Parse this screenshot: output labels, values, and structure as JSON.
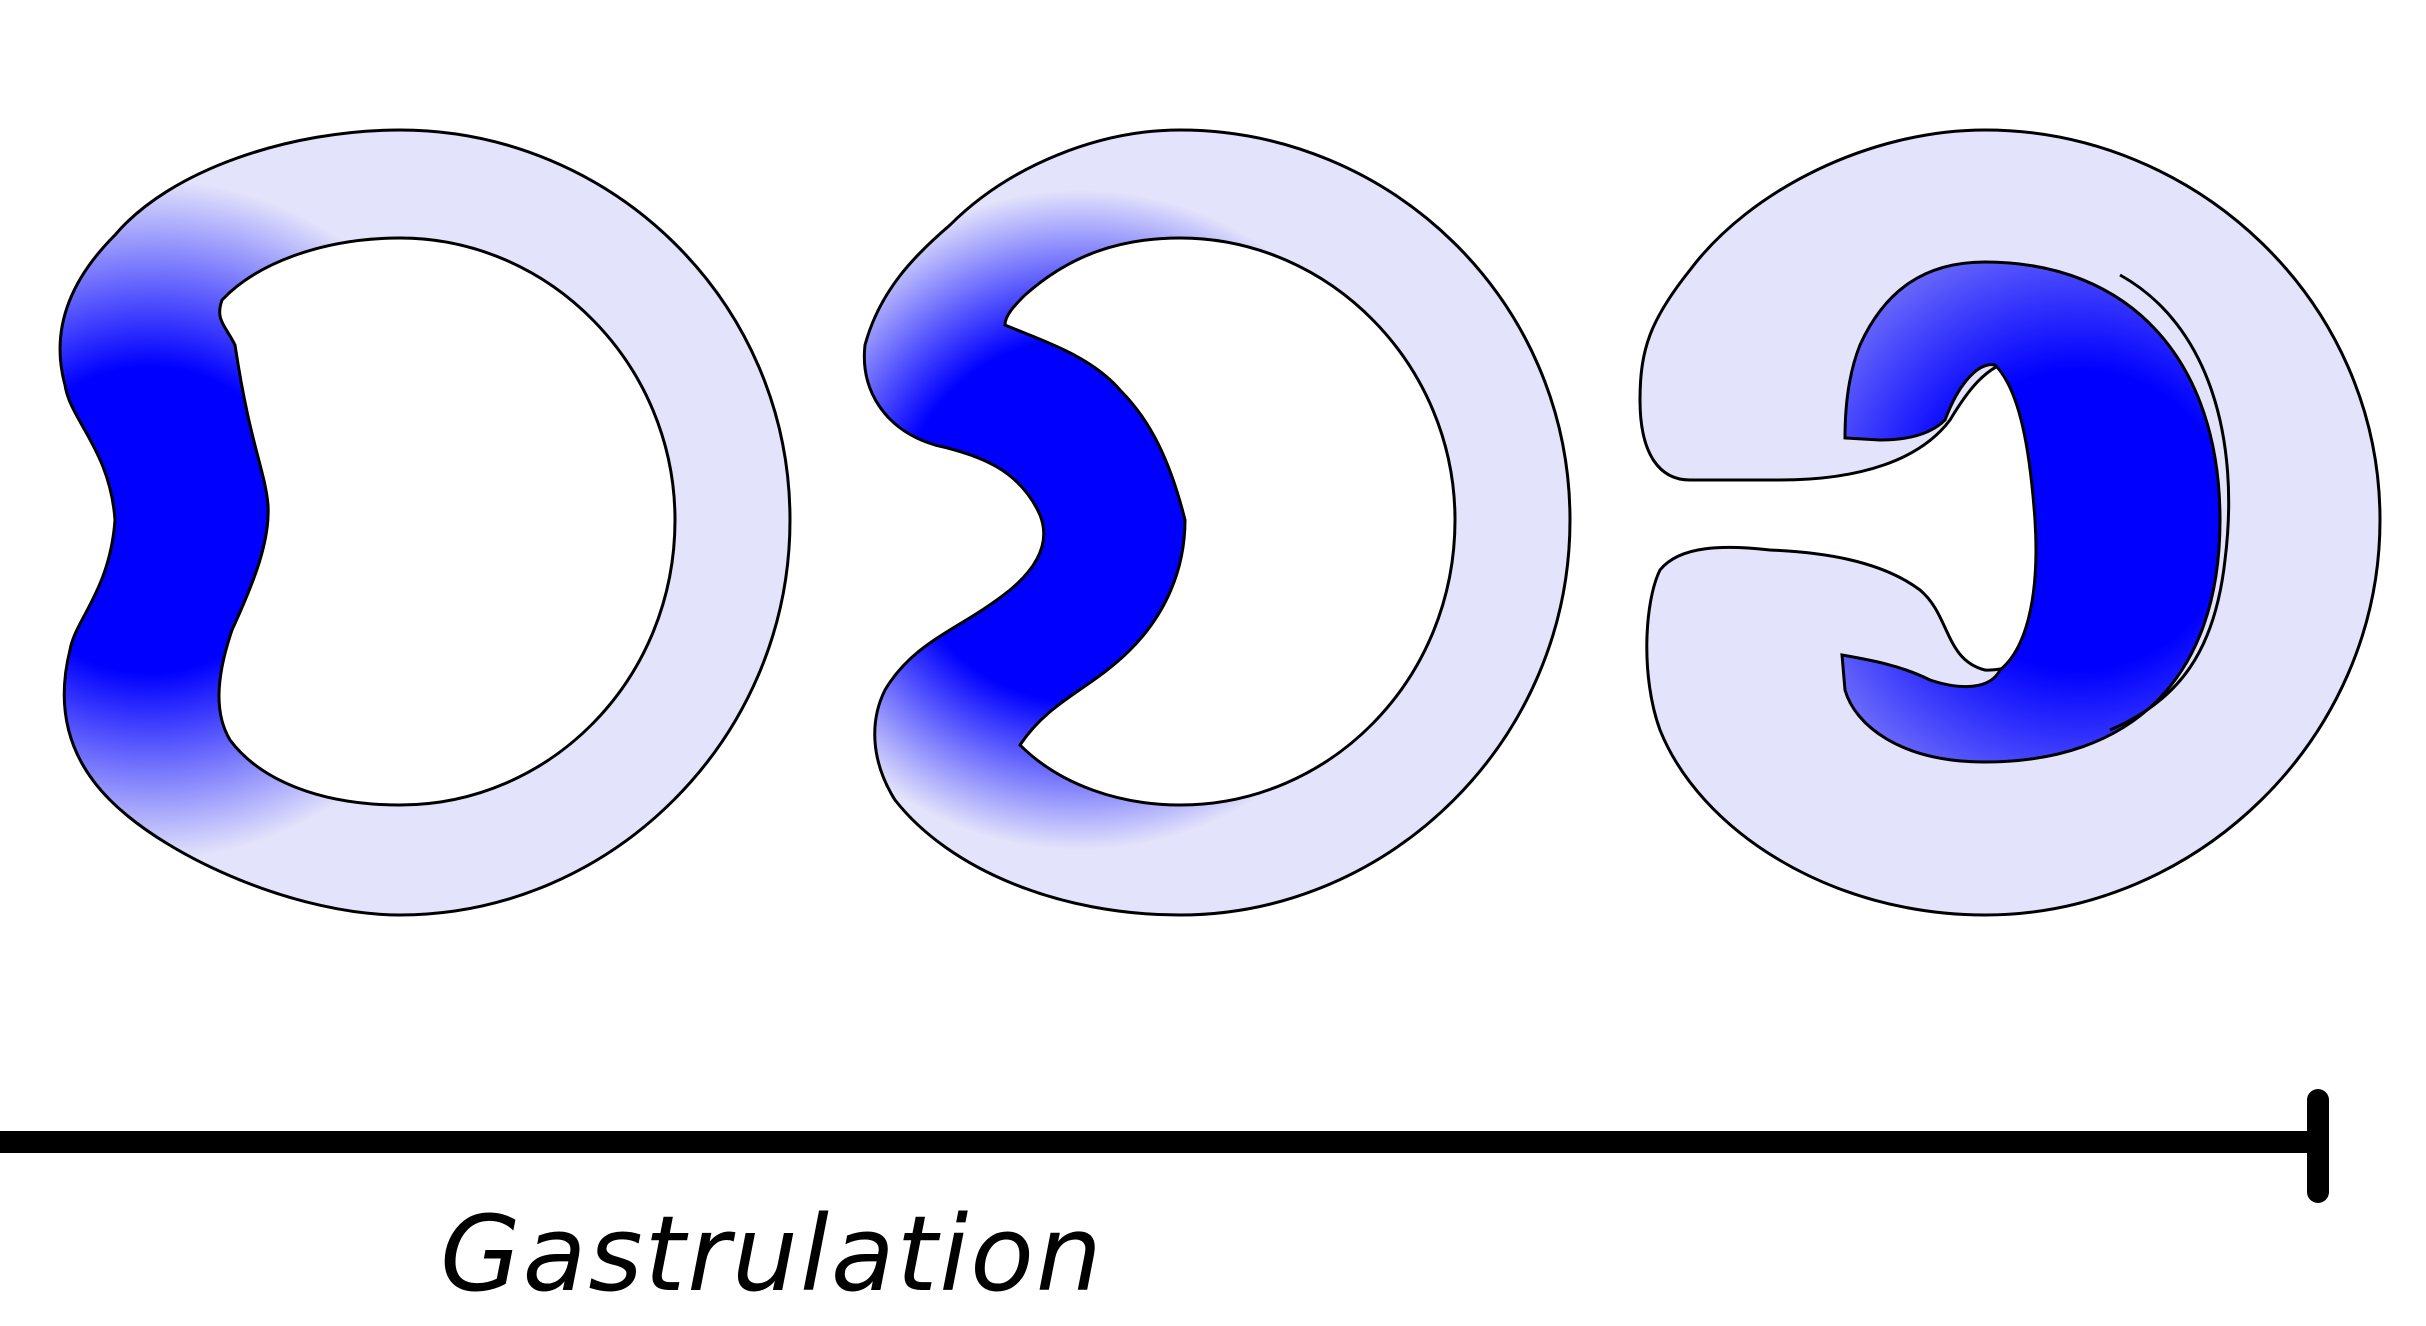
{
  "timeline": {
    "label": "Gastrulation"
  },
  "stages": [
    {
      "id": "blastula-early",
      "description_label": ""
    },
    {
      "id": "invagination",
      "description_label": ""
    },
    {
      "id": "gastrula",
      "description_label": ""
    }
  ],
  "colors": {
    "background": "#ffffff",
    "ectoderm": "#e3e3fb",
    "endoderm": "#0000ff",
    "outline": "#000000"
  }
}
